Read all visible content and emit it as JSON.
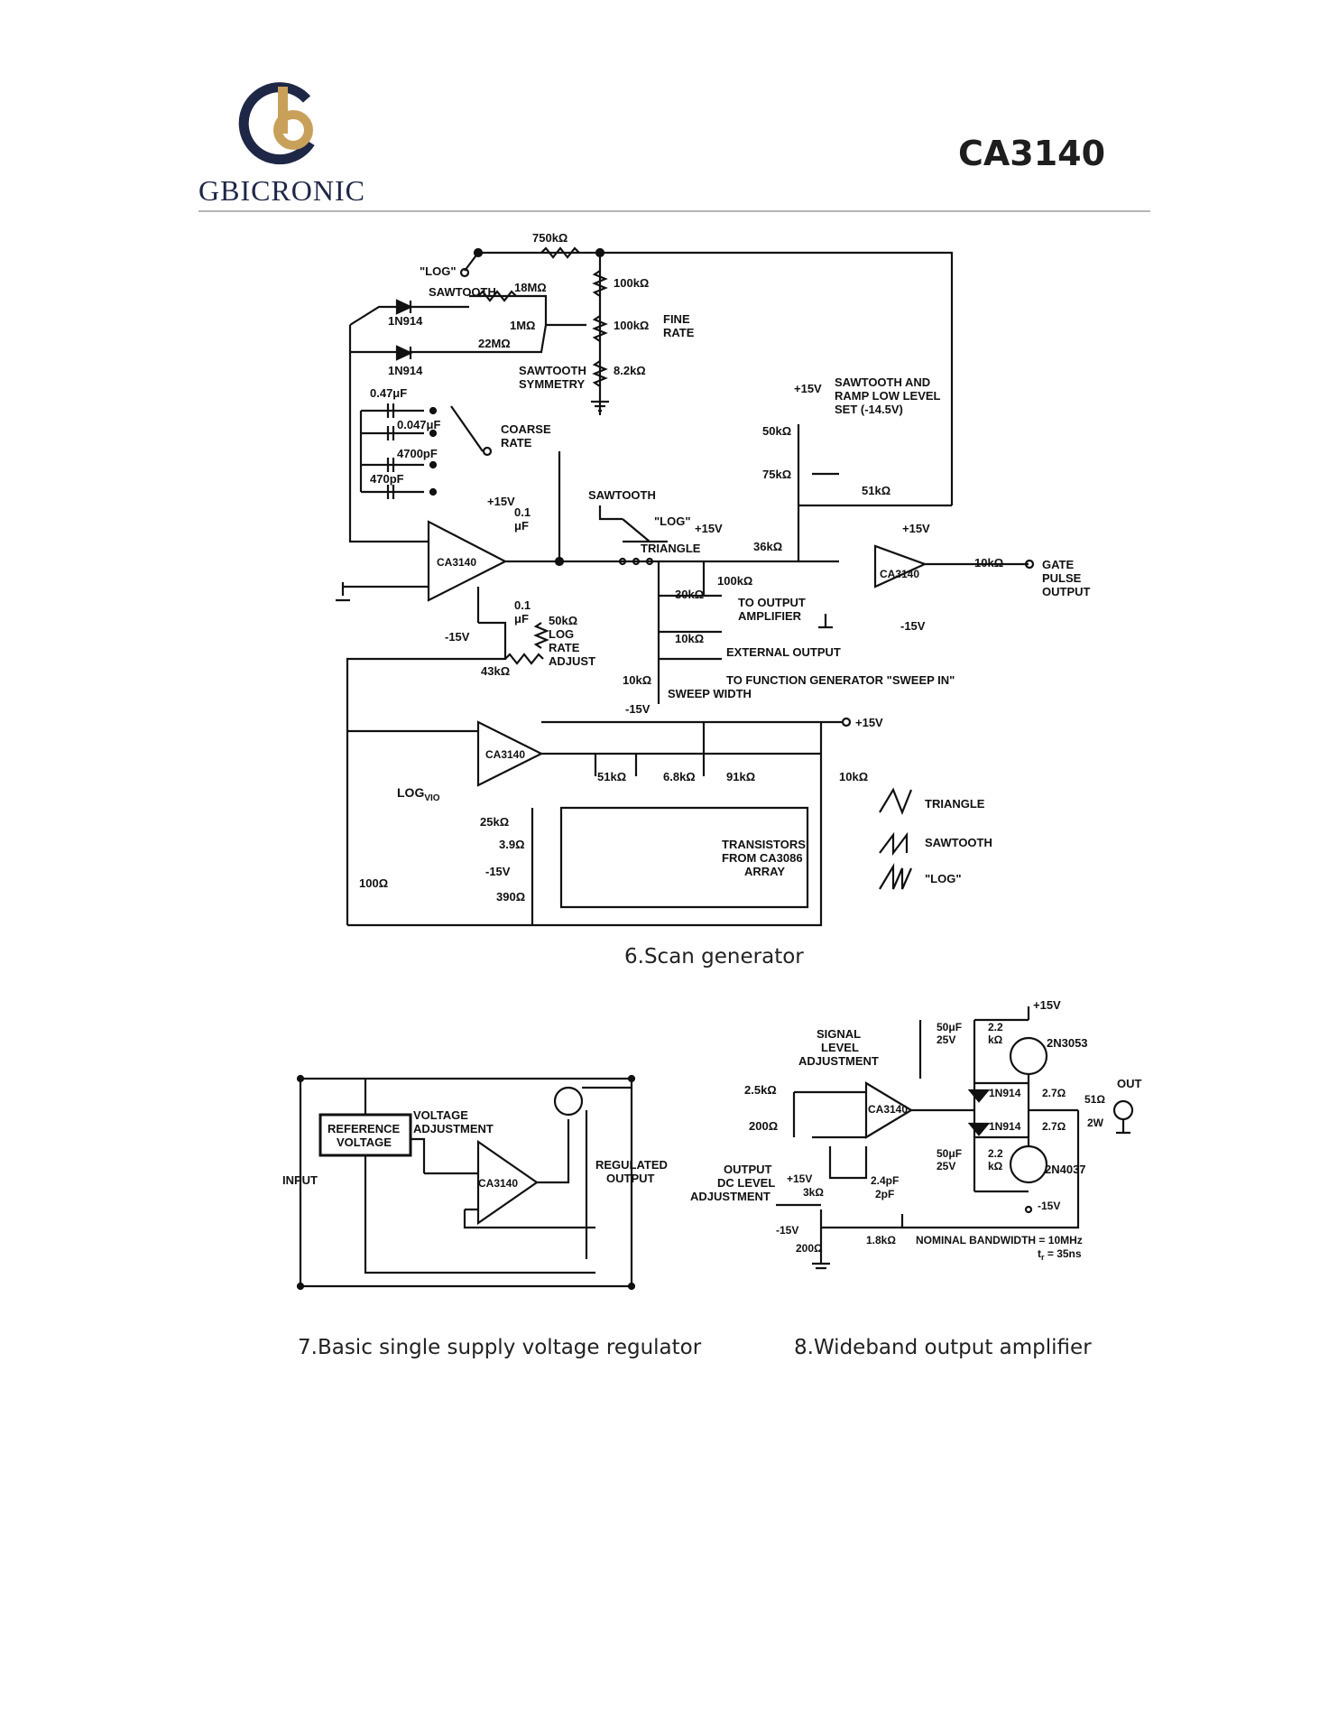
{
  "header": {
    "brand": "GBICRONIC",
    "part_number": "CA3140",
    "logo_colors": {
      "ring": "#1f2746",
      "accent": "#c9a05a"
    }
  },
  "figures": [
    {
      "caption": "6.Scan generator",
      "labels": {
        "r750k": "750kΩ",
        "log_sw": "\"LOG\"",
        "sawtooth_sw": "SAWTOOTH",
        "r18m": "18MΩ",
        "r100k_a": "100kΩ",
        "d1": "1N914",
        "r1m": "1MΩ",
        "r100k_b": "100kΩ",
        "fine": "FINE",
        "rate": "RATE",
        "r22m": "22MΩ",
        "d2": "1N914",
        "sym1": "SAWTOOTH",
        "sym2": "SYMMETRY",
        "r8k2": "8.2kΩ",
        "c047": "0.47μF",
        "c0047": "0.047μF",
        "coarse": "COARSE",
        "coarse_rate": "RATE",
        "c4700": "4700pF",
        "c470": "470pF",
        "p15_a": "+15V",
        "saw_low1": "SAWTOOTH AND",
        "saw_low2": "RAMP LOW LEVEL",
        "saw_low3": "SET (-14.5V)",
        "r50k_a": "50kΩ",
        "r75k": "75kΩ",
        "r51k_a": "51kΩ",
        "sawtooth_top": "SAWTOOTH",
        "p15_b": "+15V",
        "c01_a": "0.1",
        "c01_a_u": "μF",
        "log_q": "\"LOG\"",
        "p15_c": "+15V",
        "triangle_sw": "TRIANGLE",
        "r36k": "36kΩ",
        "p15_d": "+15V",
        "op1": "CA3140",
        "op2": "CA3140",
        "r100k_c": "100kΩ",
        "r10k_a": "10kΩ",
        "gate1": "GATE",
        "gate2": "PULSE",
        "gate3": "OUTPUT",
        "r30k": "30kΩ",
        "to_out1": "TO OUTPUT",
        "to_out2": "AMPLIFIER",
        "c01_b": "0.1",
        "c01_b_u": "μF",
        "r50k_b": "50kΩ",
        "log_adj1": "LOG",
        "log_adj2": "RATE",
        "log_adj3": "ADJUST",
        "m15_a": "-15V",
        "m15_b": "-15V",
        "r43k": "43kΩ",
        "r10k_b": "10kΩ",
        "ext_out": "EXTERNAL OUTPUT",
        "r10k_c": "10kΩ",
        "to_func": "TO FUNCTION GENERATOR \"SWEEP IN\"",
        "sweep": "SWEEP WIDTH",
        "m15_c": "-15V",
        "p15_e": "+15V",
        "op3": "CA3140",
        "r51k_b": "51kΩ",
        "r6k8": "6.8kΩ",
        "r91k": "91kΩ",
        "r10k_d": "10kΩ",
        "logvio": "LOG",
        "logvio_sub": "VIO",
        "r25k": "25kΩ",
        "r3r9": "3.9Ω",
        "m15_d": "-15V",
        "r390": "390Ω",
        "r100": "100Ω",
        "tr1": "TRANSISTORS",
        "tr2": "FROM CA3086",
        "tr3": "ARRAY",
        "leg_tri": "TRIANGLE",
        "leg_saw": "SAWTOOTH",
        "leg_log": "\"LOG\""
      }
    },
    {
      "caption": "7.Basic single supply voltage regulator",
      "labels": {
        "ref1": "REFERENCE",
        "ref2": "VOLTAGE",
        "vadj1": "VOLTAGE",
        "vadj2": "ADJUSTMENT",
        "input": "INPUT",
        "op": "CA3140",
        "reg1": "REGULATED",
        "reg2": "OUTPUT"
      }
    },
    {
      "caption": "8.Wideband output amplifier",
      "labels": {
        "sig1": "SIGNAL",
        "sig2": "LEVEL",
        "sig3": "ADJUSTMENT",
        "p15_a": "+15V",
        "c50_a": "50μF",
        "v25_a": "25V",
        "r22_a": "2.2",
        "r22_a_u": "kΩ",
        "q1": "2N3053",
        "r2k5": "2.5kΩ",
        "op": "CA3140",
        "d1": "1N914",
        "r27_a": "2.7Ω",
        "r51": "51Ω",
        "w2": "2W",
        "out": "OUT",
        "r200_a": "200Ω",
        "d2": "1N914",
        "r27_b": "2.7Ω",
        "c50_b": "50μF",
        "v25_b": "25V",
        "r22_b": "2.2",
        "r22_b_u": "kΩ",
        "q2": "2N4037",
        "dc1": "OUTPUT",
        "dc2": "DC LEVEL",
        "dc3": "ADJUSTMENT",
        "p15_b": "+15V",
        "r3k": "3kΩ",
        "c24": "2.4pF",
        "c2": "2pF",
        "m15_a": "-15V",
        "m15_b": "-15V",
        "r200_b": "200Ω",
        "r1k8": "1.8kΩ",
        "nbw": "NOMINAL BANDWIDTH = 10MHz",
        "tr": "t",
        "tr_sub": "r",
        "tr_val": " = 35ns"
      }
    }
  ]
}
